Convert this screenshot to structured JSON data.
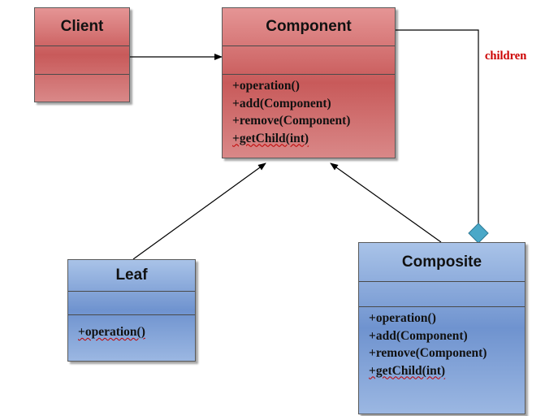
{
  "diagram": {
    "client": {
      "name": "Client",
      "operations": []
    },
    "component": {
      "name": "Component",
      "operations": [
        "+operation()",
        "+add(Component)",
        "+remove(Component)",
        "+getChild(int)"
      ]
    },
    "leaf": {
      "name": "Leaf",
      "operations": [
        "+operation()"
      ]
    },
    "composite": {
      "name": "Composite",
      "operations": [
        "+operation()",
        "+add(Component)",
        "+remove(Component)",
        "+getChild(int)"
      ]
    },
    "association_label": "children",
    "colors": {
      "class_red": "#c85a5a",
      "class_blue": "#6f93cf",
      "aggregation_diamond": "#4aa8c8",
      "label_red": "#cc0000",
      "line": "#000000"
    }
  }
}
